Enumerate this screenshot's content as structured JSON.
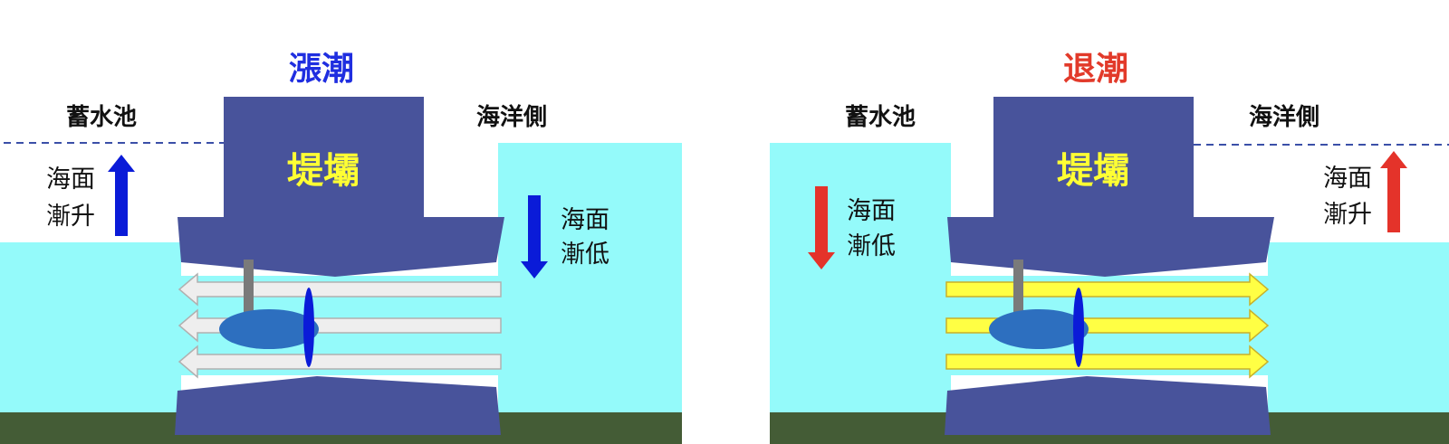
{
  "colors": {
    "rising_water": "#94fafa",
    "ground": "#445c36",
    "dam": "#48539b",
    "turbine": "#2d6fbf",
    "blade": "#0a1bd8",
    "stem": "#7a7a7a",
    "dashed_line": "#3b4fa8",
    "flood_title": "#1f2ee0",
    "ebb_title": "#e23a2a",
    "blue_arrow": "#0a1bd8",
    "red_arrow": "#e4332a",
    "white_flow": "#eeeeee",
    "yellow_flow": "#ffff44",
    "dam_text": "#ffff33"
  },
  "panels": [
    {
      "id": "flood-tide",
      "title": "漲潮",
      "reservoir_label": "蓄水池",
      "ocean_label": "海洋側",
      "dam_label": "堤壩",
      "reservoir_note_line1": "海面",
      "reservoir_note_line2": "漸升",
      "reservoir_arrow_direction": "up",
      "ocean_note_line1": "海面",
      "ocean_note_line2": "漸低",
      "ocean_arrow_direction": "down",
      "flow_direction": "left",
      "flow_color": "white"
    },
    {
      "id": "ebb-tide",
      "title": "退潮",
      "reservoir_label": "蓄水池",
      "ocean_label": "海洋側",
      "dam_label": "堤壩",
      "reservoir_note_line1": "海面",
      "reservoir_note_line2": "漸低",
      "reservoir_arrow_direction": "down",
      "ocean_note_line1": "海面",
      "ocean_note_line2": "漸升",
      "ocean_arrow_direction": "up",
      "flow_direction": "right",
      "flow_color": "yellow"
    }
  ]
}
